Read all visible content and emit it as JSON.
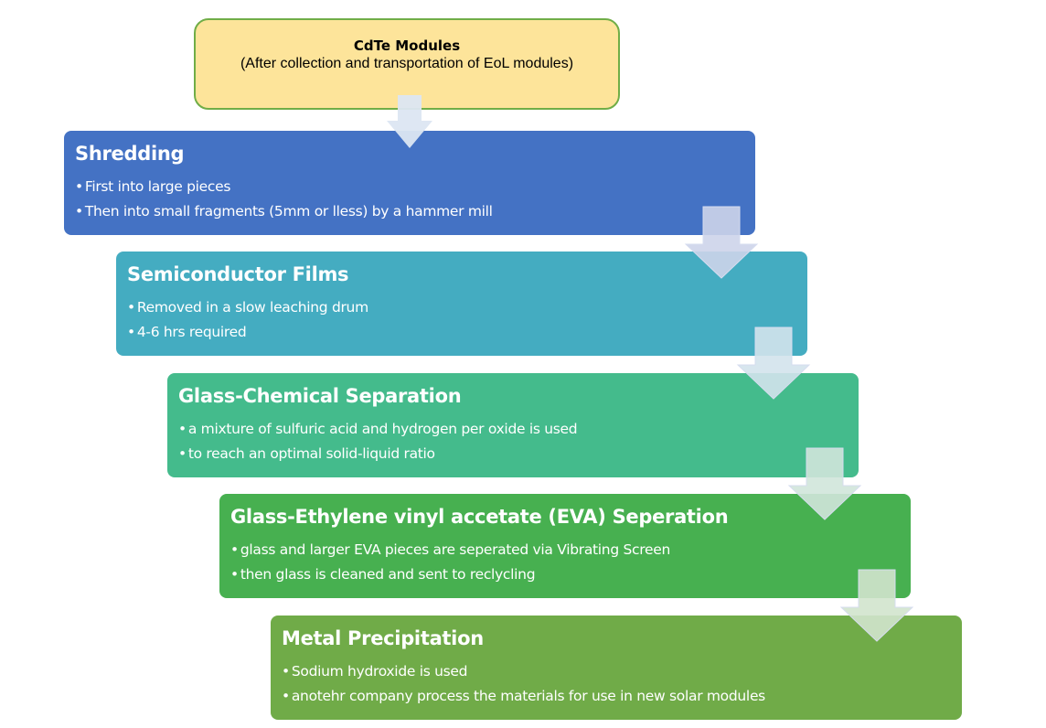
{
  "diagram": {
    "start": {
      "title": "CdTe Modules",
      "subtitle": "(After collection and transportation of EoL modules)",
      "fill": "#fde49a",
      "border": "#70ad47"
    },
    "steps": [
      {
        "heading": "Shredding",
        "bullets": [
          "First into large pieces",
          "Then into small fragments (5mm or lless) by a hammer mill"
        ],
        "color": "#4472c4"
      },
      {
        "heading": "Semiconductor Films",
        "bullets": [
          "Removed in a slow leaching drum",
          "4-6 hrs required"
        ],
        "color": "#44acc1"
      },
      {
        "heading": "Glass-Chemical Separation",
        "bullets": [
          "a mixture of sulfuric acid and hydrogen per oxide is used",
          "to reach an optimal solid-liquid ratio"
        ],
        "color": "#44bb8c"
      },
      {
        "heading": "Glass-Ethylene vinyl accetate (EVA) Seperation",
        "bullets": [
          "glass and larger EVA pieces are seperated via Vibrating Screen",
          "then glass is cleaned and sent to reclycling"
        ],
        "color": "#47b050"
      },
      {
        "heading": "Metal Precipitation",
        "bullets": [
          "Sodium hydroxide is used",
          "anotehr company process the materials for use in new solar modules"
        ],
        "color": "#70ab48"
      }
    ],
    "bullet_glyph": "•",
    "arrow_icon": "down-arrow-icon"
  }
}
